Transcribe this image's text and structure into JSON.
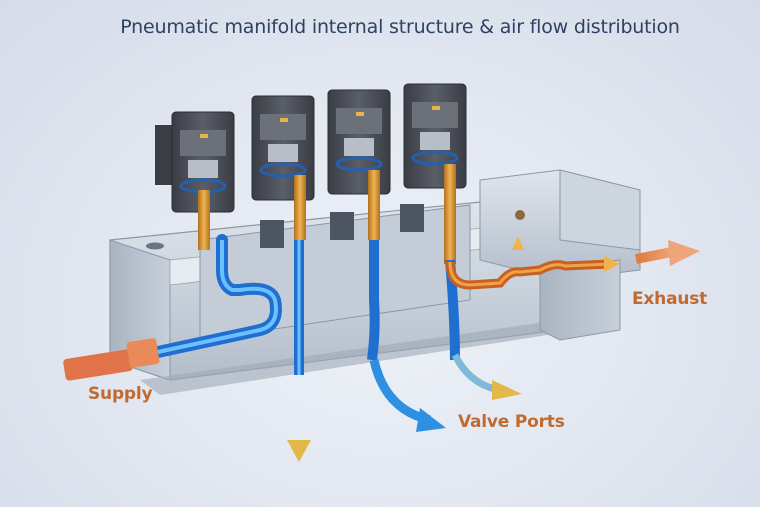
{
  "title": "Pneumatic manifold internal structure & air flow distribution",
  "labels": {
    "supply": "Supply",
    "exhaust": "Exhaust",
    "valve_ports": "Valve Ports"
  },
  "components": {
    "valves": [
      {
        "id": "valve-1",
        "flow": "supply-to-port"
      },
      {
        "id": "valve-2",
        "flow": "supply-to-port"
      },
      {
        "id": "valve-3",
        "flow": "supply-to-port"
      },
      {
        "id": "valve-4",
        "flow": "port-to-exhaust"
      }
    ],
    "inlet": "Supply",
    "outlet": "Exhaust",
    "outputs": "Valve Ports"
  },
  "colors": {
    "supply_air": "#2f8fe0",
    "exhaust_air": "#e8842f",
    "label": "#c06a30",
    "title": "#2f4163",
    "metal": "#c9d1dc",
    "valve_body": "#4a4e56",
    "spool": "#d9962e"
  }
}
